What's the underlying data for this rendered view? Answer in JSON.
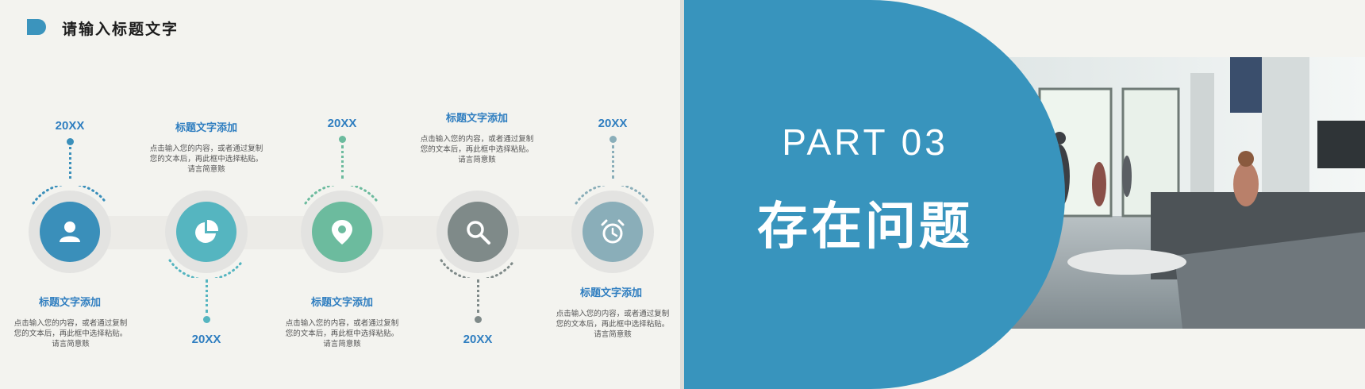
{
  "left_slide": {
    "title": "请输入标题文字",
    "items": [
      {
        "year": "20XX",
        "title": "标题文字添加",
        "desc": "点击输入您的内容，或者通过复制您的文本后，再此框中选择粘贴。请言简意赅",
        "icon": "user-icon",
        "color": "#3a8fba"
      },
      {
        "year": "20XX",
        "title": "标题文字添加",
        "desc": "点击输入您的内容，或者通过复制您的文本后，再此框中选择粘贴。请言简意赅",
        "icon": "pie-chart-icon",
        "color": "#55b5c0"
      },
      {
        "year": "20XX",
        "title": "标题文字添加",
        "desc": "点击输入您的内容，或者通过复制您的文本后，再此框中选择粘贴。请言简意赅",
        "icon": "location-pin-icon",
        "color": "#6cbb9e"
      },
      {
        "year": "20XX",
        "title": "标题文字添加",
        "desc": "点击输入您的内容，或者通过复制您的文本后，再此框中选择粘贴。请言简意赅",
        "icon": "search-icon",
        "color": "#7f8a89"
      },
      {
        "year": "20XX",
        "title": "标题文字添加",
        "desc": "点击输入您的内容，或者通过复制您的文本后，再此框中选择粘贴。请言简意赅",
        "icon": "alarm-clock-icon",
        "color": "#8aaeb9"
      }
    ]
  },
  "right_slide": {
    "part_label": "PART 03",
    "section_title": "存在问题",
    "accent_color": "#3894bd"
  }
}
